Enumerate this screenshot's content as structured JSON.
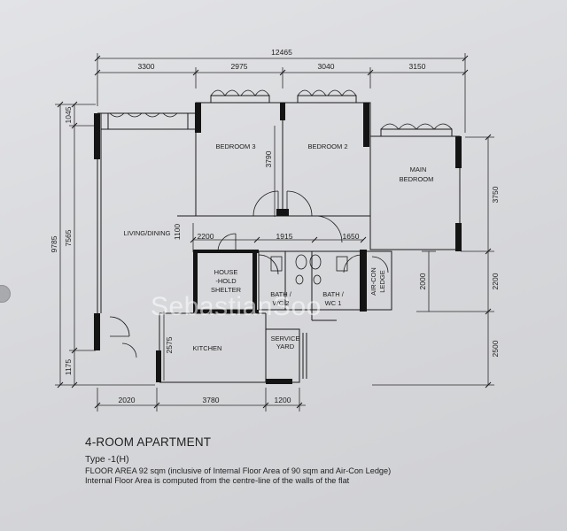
{
  "dimensions": {
    "top_total": "12465",
    "top_segments": [
      "3300",
      "2975",
      "3040",
      "3150"
    ],
    "left_outer": "9785",
    "left_inner_top": "1045",
    "left_inner_mid": "7565",
    "left_inner_bottom": "1175",
    "right_top": "3750",
    "right_mid": "2200",
    "right_bottom": "2500",
    "bottom_segments": [
      "2020",
      "3780",
      "1200"
    ],
    "bedroom_depth": "3790",
    "living_gap": "1100",
    "row_2200": "2200",
    "row_1915": "1915",
    "row_1650": "1650",
    "bath_depth": "2000",
    "kitchen_depth": "2575"
  },
  "rooms": {
    "bedroom3": "BEDROOM 3",
    "bedroom2": "BEDROOM 2",
    "main_bedroom": [
      "MAIN",
      "BEDROOM"
    ],
    "living_dining": "LIVING/DINING",
    "household_shelter": [
      "HOUSE",
      "-HOLD",
      "SHELTER"
    ],
    "bath2": [
      "BATH /",
      "WC 2"
    ],
    "bath1": [
      "BATH /",
      "WC 1"
    ],
    "aircon_ledge": [
      "AIR-CON",
      "LEDGE"
    ],
    "kitchen": "KITCHEN",
    "service_yard": [
      "SERVICE",
      "YARD"
    ]
  },
  "watermark": "SebastianSoo",
  "info": {
    "title": "4-ROOM APARTMENT",
    "type": "Type -1(H)",
    "line1": "FLOOR AREA 92 sqm (inclusive of Internal Floor Area of 90 sqm and Air-Con Ledge)",
    "line2": "Internal Floor Area is computed from the centre-line of the walls of the flat"
  },
  "colors": {
    "paper": "#d7d8db",
    "ink": "#1c1c1c",
    "wall": "#141414"
  }
}
